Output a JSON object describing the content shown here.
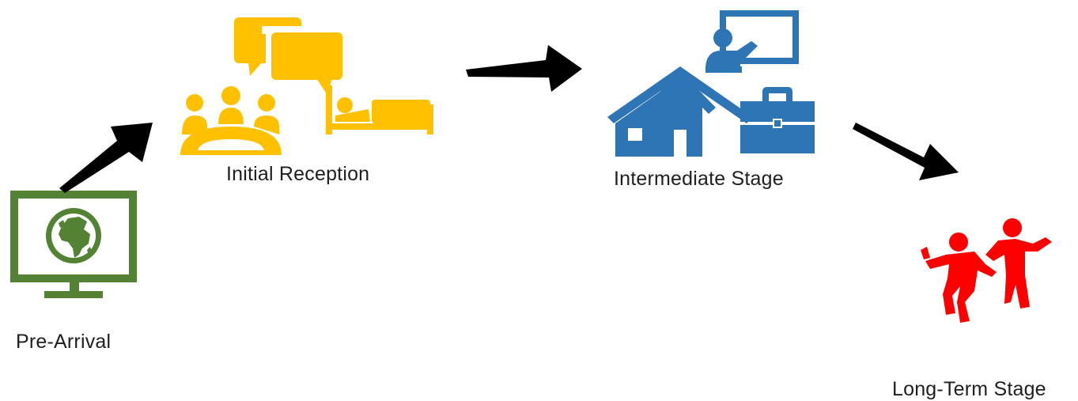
{
  "stages": [
    {
      "label": "Pre-Arrival",
      "icons": [
        "computer-monitor-icon",
        "globe-icon"
      ],
      "color": "#548235"
    },
    {
      "label": "Initial Reception",
      "icons": [
        "speech-bubbles-icon",
        "meeting-people-icon",
        "bed-icon"
      ],
      "color": "#FFC000"
    },
    {
      "label": "Intermediate Stage",
      "icons": [
        "presentation-board-icon",
        "house-icon",
        "briefcase-icon"
      ],
      "color": "#2E75B6"
    },
    {
      "label": "Long-Term Stage",
      "icons": [
        "dancing-people-icon"
      ],
      "color": "#FF0000"
    }
  ],
  "connector_color": "#000000"
}
